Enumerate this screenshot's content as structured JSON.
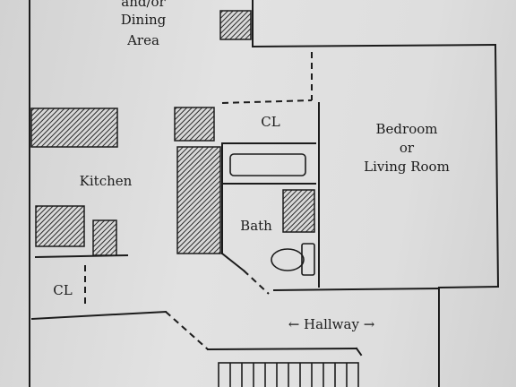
{
  "labels": {
    "dining_line1": "and/or",
    "dining_line2": "Dining",
    "dining_line3": "Area",
    "closet_top": "CL",
    "bedroom_line1": "Bedroom",
    "bedroom_line2": "or",
    "bedroom_line3": "Living Room",
    "kitchen": "Kitchen",
    "bath": "Bath",
    "closet_bottom": "CL",
    "hallway": "← Hallway →"
  },
  "colors": {
    "paper": "#dcdcdc",
    "ink": "#1c1c1c",
    "hatch": "#2a2a2a"
  }
}
